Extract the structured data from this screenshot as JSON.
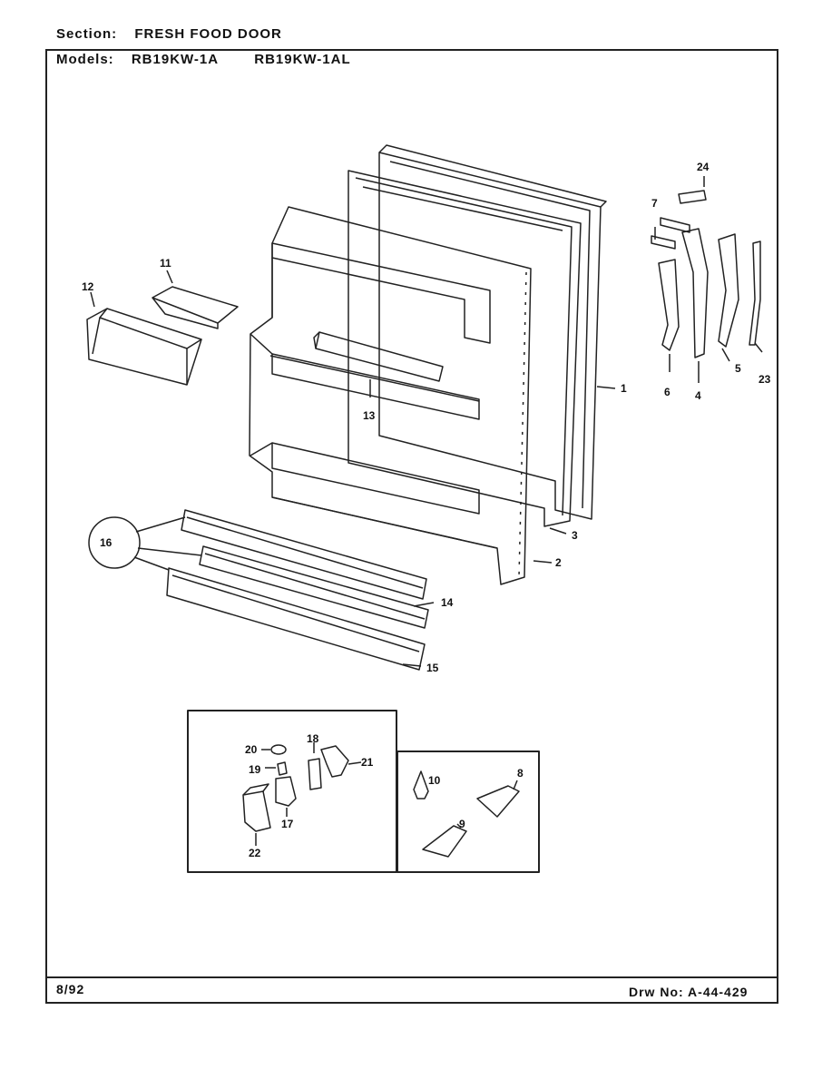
{
  "header": {
    "section_label": "Section:",
    "section_value": "FRESH FOOD DOOR",
    "models_label": "Models:",
    "models": [
      "RB19KW-1A",
      "RB19KW-1AL"
    ]
  },
  "footer": {
    "date": "8/92",
    "drawing_label": "Drw No:",
    "drawing_number": "A-44-429"
  },
  "callouts": {
    "c1": "1",
    "c2": "2",
    "c3": "3",
    "c4": "4",
    "c5": "5",
    "c6": "6",
    "c7": "7",
    "c8": "8",
    "c9": "9",
    "c10": "10",
    "c11": "11",
    "c12": "12",
    "c13": "13",
    "c14": "14",
    "c15": "15",
    "c16": "16",
    "c17": "17",
    "c18": "18",
    "c19": "19",
    "c20": "20",
    "c21": "21",
    "c22": "22",
    "c23": "23",
    "c24": "24"
  }
}
